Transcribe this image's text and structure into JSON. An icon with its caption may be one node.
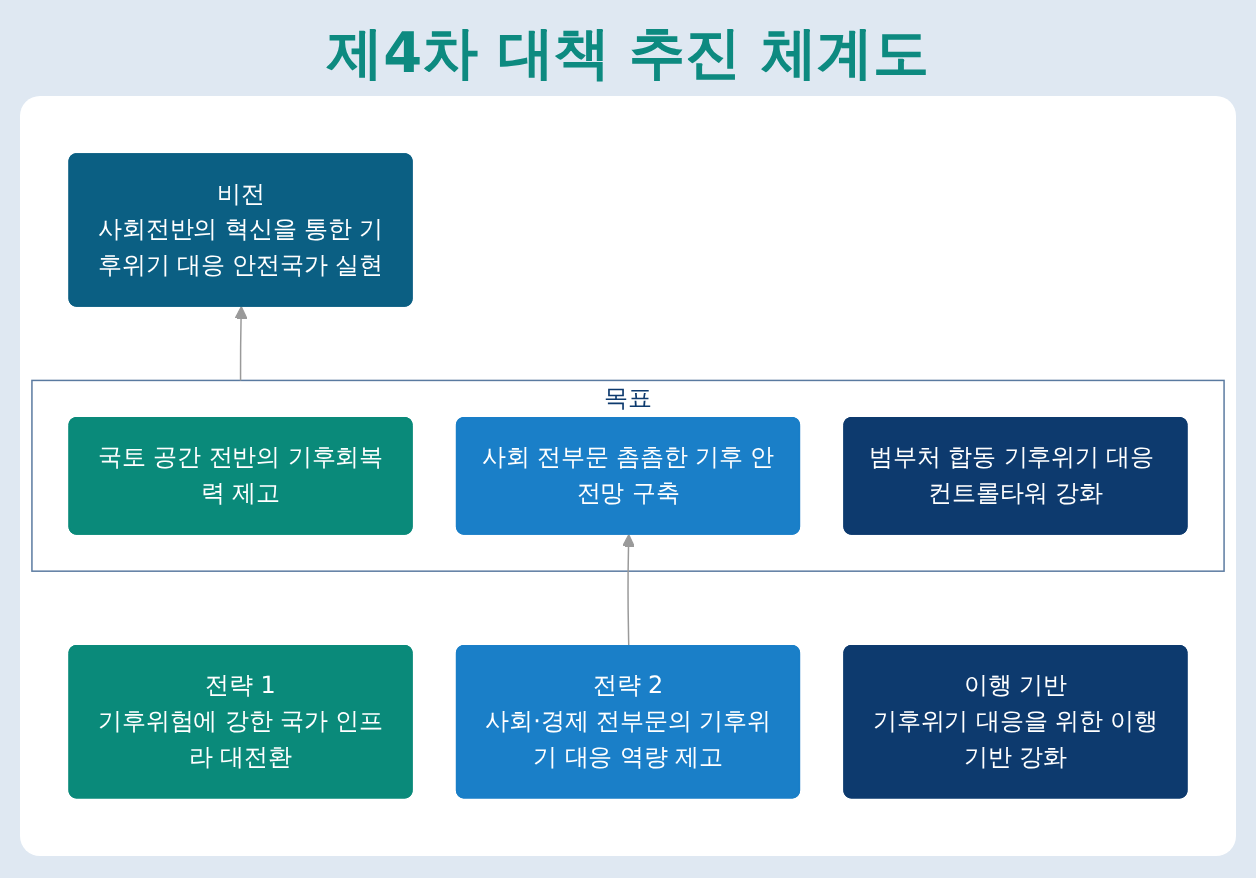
{
  "diagram": {
    "title": "제4차 대책 추진 체계도",
    "nodes": [
      {
        "text": [
          "비전",
          "사회전반의 혁신을 통한 기후위기 대응 안전국가 실현"
        ]
      },
      {
        "text": [
          "목표"
        ]
      },
      {
        "text": [
          "국토 공간 전반의 기후회복력 제고"
        ],
        "in": 1
      },
      {
        "text": [
          "사회 전부문 촘촘한 기후 안전망 구축"
        ],
        "in": 1
      },
      {
        "text": [
          "범부처 합동 기후위기 대응 컨트롤타워 강화"
        ],
        "in": 1
      },
      {
        "text": [
          "전략 1",
          "기후위험에 강한 국가 인프라 대전환"
        ]
      },
      {
        "text": [
          "전략 2",
          "사회·경제 전부문의 기후위기 대응 역량 제고"
        ]
      },
      {
        "text": [
          "이행 기반",
          "기후위기 대응을 위한 이행기반 강화"
        ]
      }
    ],
    "edges": [
      {
        "from": 1,
        "to": 0,
        "arrow": "to"
      },
      {
        "from": 6,
        "to": 3,
        "arrow": "to"
      }
    ]
  }
}
